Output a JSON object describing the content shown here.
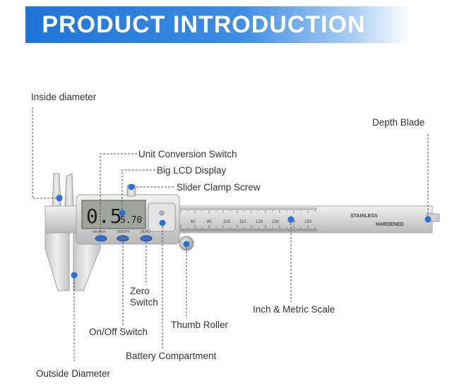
{
  "banner": {
    "title": "PRODUCT INTRODUCTION"
  },
  "colors": {
    "banner": "#1f74d8",
    "leader_line": "#555555",
    "marker": "#2b6fd6"
  },
  "caliper": {
    "lcd_main": "0.5",
    "lcd_small": "5.70",
    "button_mm_inch": "mm/inch",
    "button_on_off": "ON/OFF",
    "button_zero": "ZERO",
    "stamp_line1": "STAINLESS",
    "stamp_line2": "HARDENED",
    "scale_numbers": [
      "60",
      "80",
      "100",
      "110",
      "120",
      "130",
      "140",
      "150"
    ]
  },
  "labels": {
    "inside_diameter": "Inside diameter",
    "unit_conversion": "Unit Conversion Switch",
    "big_lcd": "Big LCD Display",
    "slider_clamp": "Slider Clamp Screw",
    "depth_blade": "Depth Blade",
    "zero_switch_1": "Zero",
    "zero_switch_2": "Switch",
    "on_off": "On/Off Switch",
    "thumb_roller": "Thumb Roller",
    "inch_metric": "Inch & Metric Scale",
    "battery": "Battery Compartment",
    "outside_diameter": "Outside Diameter"
  }
}
